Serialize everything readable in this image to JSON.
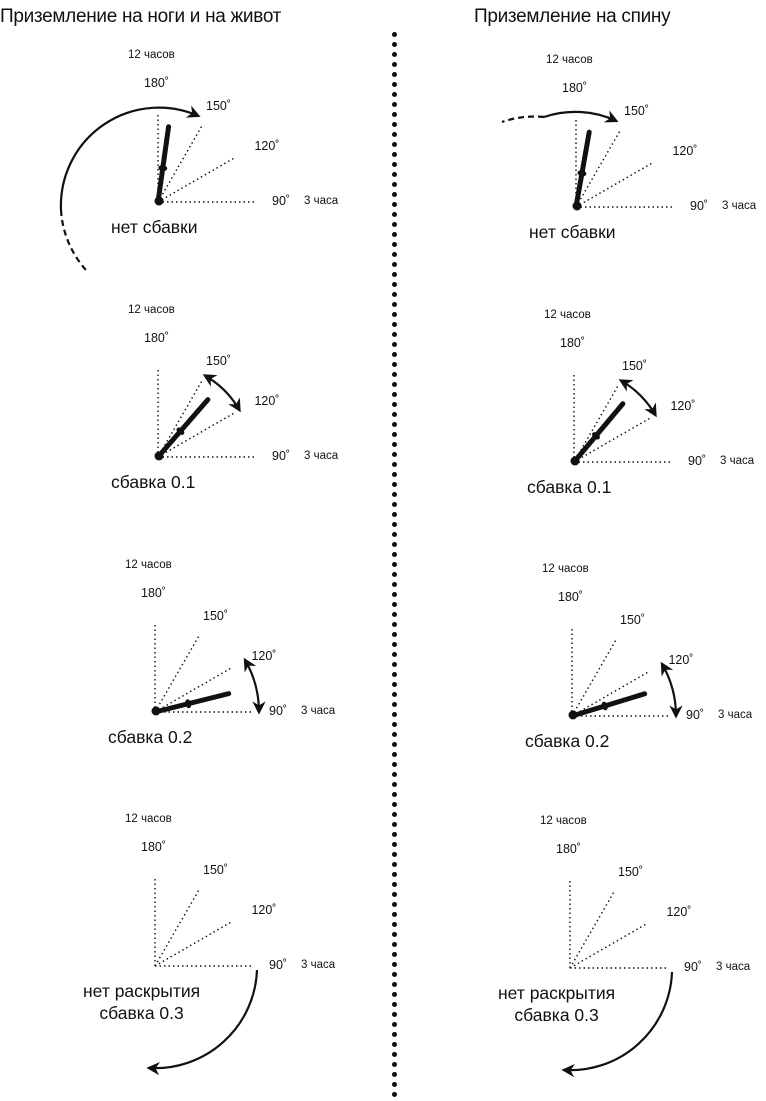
{
  "headers": {
    "left": "Приземление на ноги и на живот",
    "right": "Приземление на спину"
  },
  "dial_labels": {
    "twelve": "12 часов",
    "three": "3 часа",
    "deg180": "180˚",
    "deg150": "150˚",
    "deg120": "120˚",
    "deg90": "90˚"
  },
  "panels": [
    {
      "id": "left-1",
      "caption": [
        "нет сбавки"
      ],
      "body_angle_deg": 172,
      "arrow": "wide-sweep"
    },
    {
      "id": "left-2",
      "caption": [
        "сбавка 0.1"
      ],
      "body_angle_deg": 139,
      "arrow": "150-to-120"
    },
    {
      "id": "left-3",
      "caption": [
        "сбавка 0.2"
      ],
      "body_angle_deg": 104,
      "arrow": "120-to-90"
    },
    {
      "id": "left-4",
      "caption": [
        "нет раскрытия",
        "сбавка 0.3"
      ],
      "body_angle_deg": null,
      "arrow": "down-sweep"
    },
    {
      "id": "right-1",
      "caption": [
        "нет сбавки"
      ],
      "body_angle_deg": 170,
      "arrow": "wide-sweep"
    },
    {
      "id": "right-2",
      "caption": [
        "сбавка 0.1"
      ],
      "body_angle_deg": 140,
      "arrow": "150-to-120"
    },
    {
      "id": "right-3",
      "caption": [
        "сбавка 0.2"
      ],
      "body_angle_deg": 107,
      "arrow": "120-to-90"
    },
    {
      "id": "right-4",
      "caption": [
        "нет раскрытия",
        "сбавка 0.3"
      ],
      "body_angle_deg": null,
      "arrow": "down-sweep"
    }
  ]
}
